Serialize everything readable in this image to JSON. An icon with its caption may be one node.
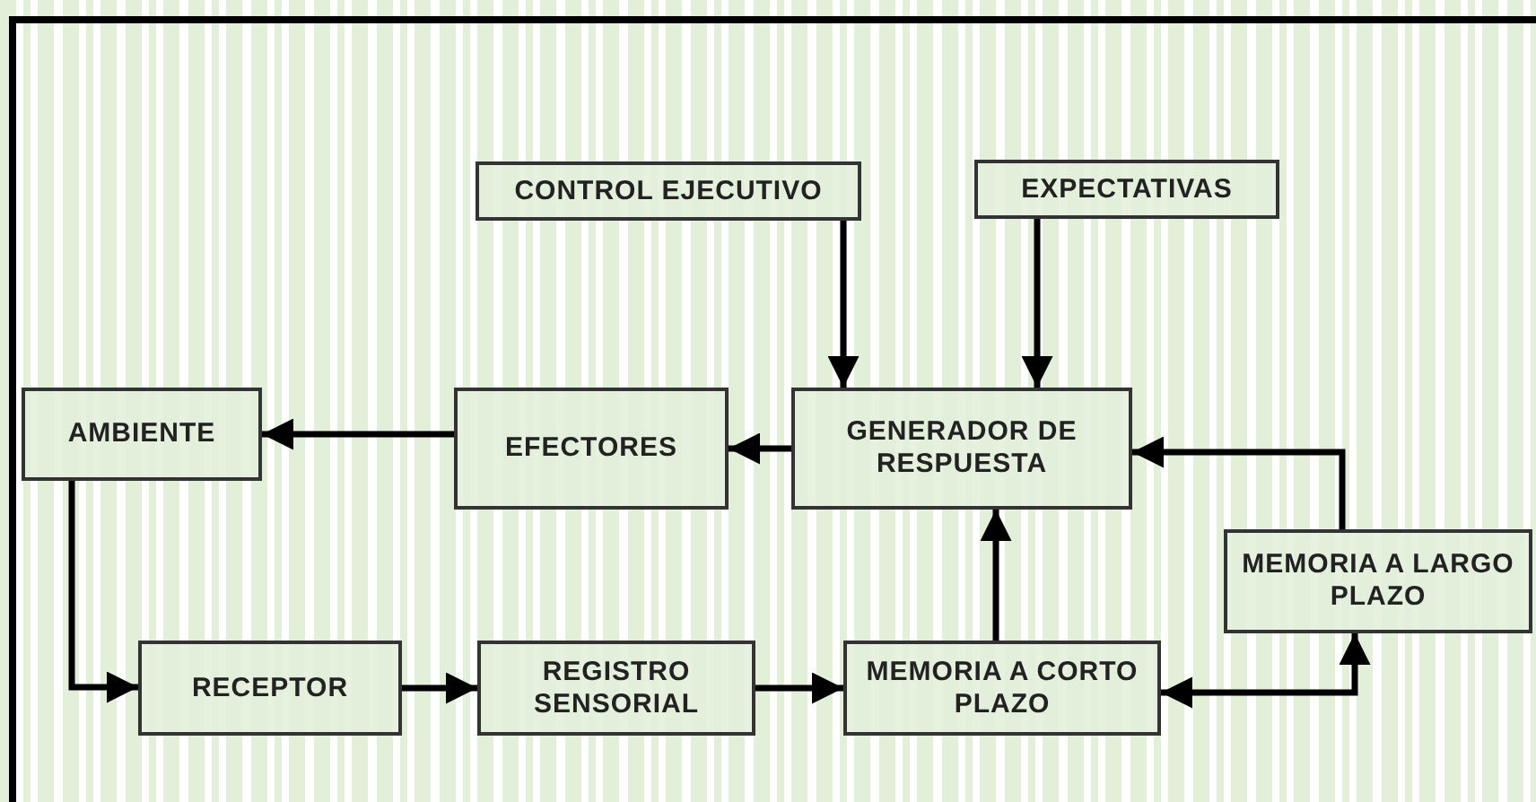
{
  "diagram": {
    "nodes": [
      {
        "text": [
          "CONTROL EJECUTIVO"
        ]
      },
      {
        "text": [
          "EXPECTATIVAS"
        ]
      },
      {
        "text": [
          "AMBIENTE"
        ]
      },
      {
        "text": [
          "EFECTORES"
        ]
      },
      {
        "text": [
          "GENERADOR DE RESPUESTA"
        ]
      },
      {
        "text": [
          "MEMORIA A LARGO PLAZO"
        ]
      },
      {
        "text": [
          "RECEPTOR"
        ]
      },
      {
        "text": [
          "REGISTRO SENSORIAL"
        ]
      },
      {
        "text": [
          "MEMORIA A CORTO PLAZO"
        ]
      }
    ],
    "edges": [
      {
        "from": 0,
        "to": 4,
        "arrow": "to"
      },
      {
        "from": 1,
        "to": 4,
        "arrow": "to"
      },
      {
        "from": 4,
        "to": 3,
        "arrow": "to"
      },
      {
        "from": 3,
        "to": 2,
        "arrow": "to"
      },
      {
        "from": 2,
        "to": 6,
        "arrow": "to"
      },
      {
        "from": 6,
        "to": 7,
        "arrow": "to"
      },
      {
        "from": 7,
        "to": 8,
        "arrow": "to"
      },
      {
        "from": 8,
        "to": 4,
        "arrow": "to"
      },
      {
        "from": 8,
        "to": 5,
        "arrow": "both"
      },
      {
        "from": 5,
        "to": 4,
        "arrow": "to"
      }
    ]
  }
}
